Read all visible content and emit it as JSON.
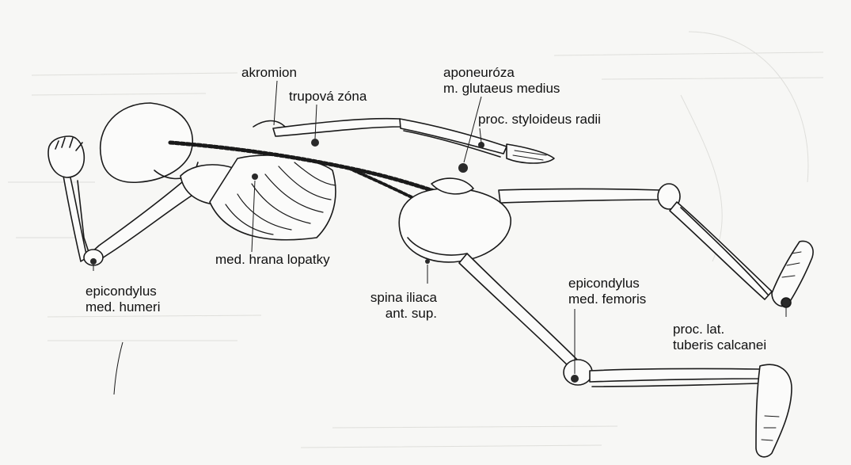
{
  "colors": {
    "background": "#f7f7f5",
    "bone_stroke": "#1a1a1a",
    "bone_fill": "#fbfbfa",
    "bleed_through": "#c9c9c4",
    "marker": "#2a2a2a"
  },
  "labels": {
    "akromion": "akromion",
    "trupova": "trupová zóna",
    "aponeuroza_1": "aponeuróza",
    "aponeuroza_2": "m. glutaeus medius",
    "styloideus": "proc. styloideus radii",
    "hrana": "med. hrana lopatky",
    "humeri_1": "epicondylus",
    "humeri_2": "med. humeri",
    "spina_1": "spina iliaca",
    "spina_2": "ant. sup.",
    "femoris_1": "epicondylus",
    "femoris_2": "med. femoris",
    "calcanei_1": "proc. lat.",
    "calcanei_2": "tuberis calcanei"
  }
}
